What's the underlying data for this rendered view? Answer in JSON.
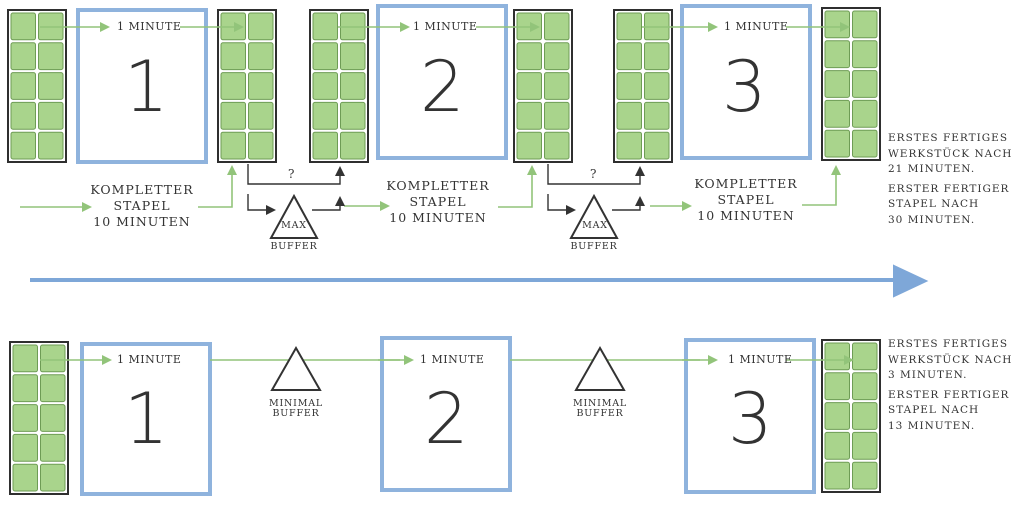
{
  "colors": {
    "process_frame": "#8fb3dd",
    "arrow_flow": "#92c47a",
    "tile_fill": "#a9d48c",
    "tile_border": "#6e9c55",
    "stack_frame": "#2f2f2f",
    "timeline": "#7ea7d8"
  },
  "top": {
    "steps": [
      {
        "number": "1",
        "time_label": "1 Minute",
        "stack_label": [
          "Kompletter",
          "Stapel",
          "10 Minuten"
        ]
      },
      {
        "number": "2",
        "time_label": "1 Minute",
        "stack_label": [
          "Kompletter",
          "Stapel",
          "10 Minuten"
        ]
      },
      {
        "number": "3",
        "time_label": "1 Minute",
        "stack_label": [
          "Kompletter",
          "Stapel",
          "10 Minuten"
        ]
      }
    ],
    "buffers": [
      {
        "question": "?",
        "triangle_label": "Max",
        "caption": "Buffer"
      },
      {
        "question": "?",
        "triangle_label": "Max",
        "caption": "Buffer"
      }
    ],
    "note": [
      "Erstes fertiges",
      "Werkstück nach",
      "21 Minuten.",
      "Erster fertiger",
      "Stapel nach",
      "30 Minuten."
    ]
  },
  "bottom": {
    "steps": [
      {
        "number": "1",
        "time_label": "1 Minute"
      },
      {
        "number": "2",
        "time_label": "1 Minute"
      },
      {
        "number": "3",
        "time_label": "1 Minute"
      }
    ],
    "buffers": [
      {
        "caption_line1": "Minimal",
        "caption_line2": "Buffer"
      },
      {
        "caption_line1": "Minimal",
        "caption_line2": "Buffer"
      }
    ],
    "note": [
      "Erstes fertiges",
      "Werkstück nach",
      "3 Minuten.",
      "Erster fertiger",
      "Stapel nach",
      "13 Minuten."
    ]
  },
  "icons": [
    "workpiece-stack-icon",
    "process-station-icon",
    "buffer-triangle-icon",
    "flow-arrow-icon",
    "timeline-arrow-icon"
  ]
}
